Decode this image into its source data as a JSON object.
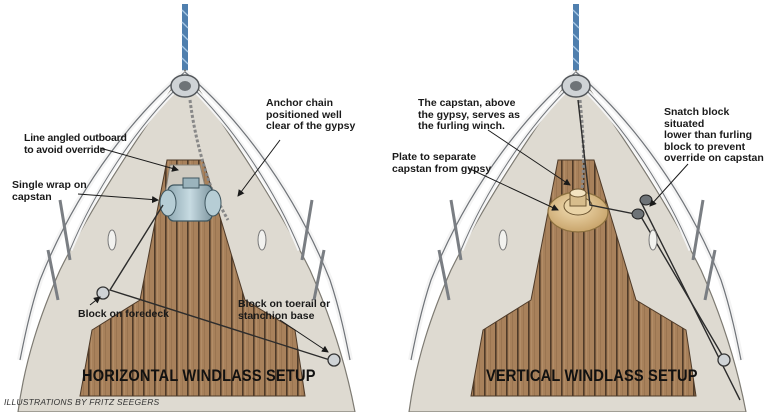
{
  "panels": {
    "left": {
      "title": "HORIZONTAL WINDLASS SETUP",
      "callouts": {
        "anchor_chain": "Anchor chain\npositioned well\nclear of the gypsy",
        "line_angled": "Line angled outboard\nto avoid override",
        "single_wrap": "Single wrap on\ncapstan",
        "block_foredeck": "Block on foredeck",
        "block_toerail": "Block on toerail or\nstanchion base"
      }
    },
    "right": {
      "title": "VERTICAL WINDLASS SETUP",
      "callouts": {
        "capstan_above": "The capstan, above\nthe gypsy, serves as\nthe furling winch.",
        "plate": "Plate to separate\ncapstan from gypsy",
        "snatch_block": "Snatch block situated\nlower than furling\nblock to prevent\noverride on capstan"
      }
    }
  },
  "credit": "ILLUSTRATIONS BY FRITZ SEEGERS",
  "colors": {
    "deck": "#dedad1",
    "teak": "#a8815b",
    "teak_seam": "#4e3a28",
    "rail": "#c5c8cb",
    "windlass": "#a9c3cc",
    "plate": "#d9bd8a"
  }
}
